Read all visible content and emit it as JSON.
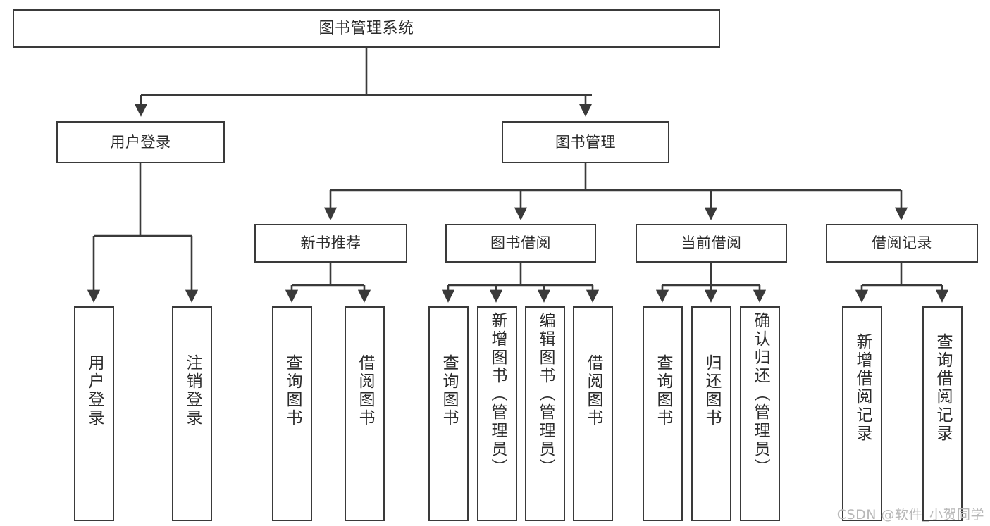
{
  "diagram": {
    "title": "图书管理系统",
    "type": "tree-hierarchy-diagram",
    "colors": {
      "box_border": "#3a3a3a",
      "box_fill": "#ffffff",
      "connector": "#3a3a3a",
      "text": "#2b2b2b",
      "watermark": "#b8b8b8",
      "background": "#ffffff"
    },
    "watermark": "CSDN @软件_小贺同学"
  },
  "nodes": {
    "root": {
      "label": "图书管理系统"
    },
    "level2": [
      {
        "label": "用户登录"
      },
      {
        "label": "图书管理"
      }
    ],
    "level3": [
      {
        "label": "新书推荐"
      },
      {
        "label": "图书借阅"
      },
      {
        "label": "当前借阅"
      },
      {
        "label": "借阅记录"
      }
    ],
    "leaves": {
      "user_login": [
        {
          "label": "用户登录"
        },
        {
          "label": "注销登录"
        }
      ],
      "new_book_recommend": [
        {
          "label": "查询图书"
        },
        {
          "label": "借阅图书"
        }
      ],
      "book_borrow": [
        {
          "label": "查询图书"
        },
        {
          "label": "新增图书（管理员）"
        },
        {
          "label": "编辑图书（管理员）"
        },
        {
          "label": "借阅图书"
        }
      ],
      "current_borrow": [
        {
          "label": "查询图书"
        },
        {
          "label": "归还图书"
        },
        {
          "label": "确认归还（管理员）"
        }
      ],
      "borrow_record": [
        {
          "label": "新增借阅记录"
        },
        {
          "label": "查询借阅记录"
        }
      ]
    }
  }
}
